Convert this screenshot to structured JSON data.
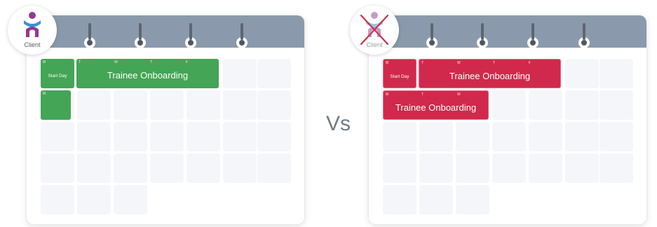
{
  "left": {
    "badge_label": "Client",
    "event_days": [
      "M",
      "T",
      "W",
      "T",
      "F"
    ],
    "start_event": "Start Day",
    "onboarding_event": "Trainee Onboarding",
    "next_week_day": "M"
  },
  "right": {
    "badge_label": "Client",
    "event_days": [
      "M",
      "T",
      "W",
      "T",
      "F"
    ],
    "start_event": "Start Day",
    "onboarding_event": "Trainee Onboarding",
    "next_week_days": [
      "M",
      "T",
      "W"
    ],
    "next_week_event": "Trainee Onboarding"
  },
  "separator": "Vs",
  "colors": {
    "calendar_header": "#8a9aac",
    "green_event": "#43a555",
    "red_event": "#d0294b",
    "icon_purple": "#8e3c8f",
    "icon_blue": "#3d8fd1",
    "cross": "#c8334e"
  },
  "icons": [
    "client-person-icon",
    "client-person-crossed-icon",
    "calendar-ring-icon"
  ]
}
